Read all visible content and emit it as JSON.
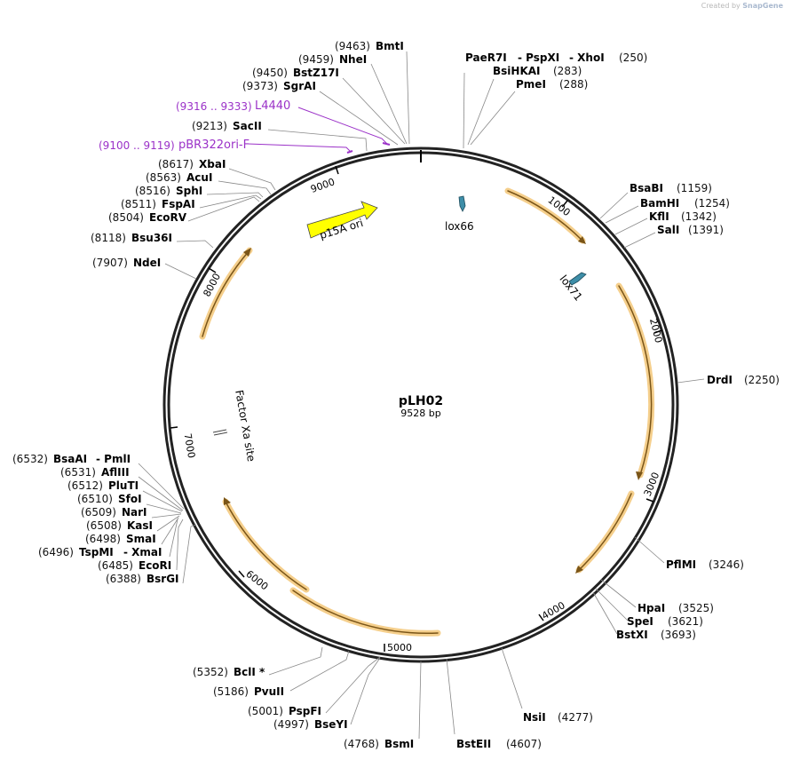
{
  "watermark": {
    "prefix": "Created by",
    "brand": "SnapGene"
  },
  "plasmid": {
    "name": "pLH02",
    "length": "9528 bp"
  },
  "ruler": [
    "1000",
    "2000",
    "3000",
    "4000",
    "5000",
    "6000",
    "7000",
    "8000",
    "9000"
  ],
  "features": {
    "p15a": "p15A ori",
    "lox66": "lox66",
    "lox71": "lox71",
    "factor_xa": "Factor Xa site"
  },
  "primers": [
    {
      "pos": "(9316 .. 9333)",
      "name": "L4440"
    },
    {
      "pos": "(9100 .. 9119)",
      "name": "pBR322ori-F"
    }
  ],
  "sites_left": [
    {
      "pos": "(9463)",
      "name": "BmtI"
    },
    {
      "pos": "(9459)",
      "name": "NheI"
    },
    {
      "pos": "(9450)",
      "name": "BstZ17I"
    },
    {
      "pos": "(9373)",
      "name": "SgrAI"
    },
    {
      "pos": "(9213)",
      "name": "SacII"
    },
    {
      "pos": "(8617)",
      "name": "XbaI"
    },
    {
      "pos": "(8563)",
      "name": "AcuI"
    },
    {
      "pos": "(8516)",
      "name": "SphI"
    },
    {
      "pos": "(8511)",
      "name": "FspAI"
    },
    {
      "pos": "(8504)",
      "name": "EcoRV"
    },
    {
      "pos": "(8118)",
      "name": "Bsu36I"
    },
    {
      "pos": "(7907)",
      "name": "NdeI"
    },
    {
      "pos": "(6532)",
      "name": "BsaAI",
      "name2": "- PmlI"
    },
    {
      "pos": "(6531)",
      "name": "AflIII"
    },
    {
      "pos": "(6512)",
      "name": "PluTI"
    },
    {
      "pos": "(6510)",
      "name": "SfoI"
    },
    {
      "pos": "(6509)",
      "name": "NarI"
    },
    {
      "pos": "(6508)",
      "name": "KasI"
    },
    {
      "pos": "(6498)",
      "name": "SmaI"
    },
    {
      "pos": "(6496)",
      "name": "TspMI",
      "name2": "- XmaI"
    },
    {
      "pos": "(6485)",
      "name": "EcoRI"
    },
    {
      "pos": "(6388)",
      "name": "BsrGI"
    },
    {
      "pos": "(5352)",
      "name": "BclI *"
    },
    {
      "pos": "(5186)",
      "name": "PvuII"
    },
    {
      "pos": "(5001)",
      "name": "PspFI"
    },
    {
      "pos": "(4997)",
      "name": "BseYI"
    },
    {
      "pos": "(4768)",
      "name": "BsmI"
    }
  ],
  "sites_right": [
    {
      "name": "PaeR7I",
      "name2": "- PspXI",
      "name3": "- XhoI",
      "pos": "(250)"
    },
    {
      "name": "BsiHKAI",
      "pos": "(283)"
    },
    {
      "name": "PmeI",
      "pos": "(288)"
    },
    {
      "name": "BsaBI",
      "pos": "(1159)"
    },
    {
      "name": "BamHI",
      "pos": "(1254)"
    },
    {
      "name": "KflI",
      "pos": "(1342)"
    },
    {
      "name": "SalI",
      "pos": "(1391)"
    },
    {
      "name": "DrdI",
      "pos": "(2250)"
    },
    {
      "name": "PflMI",
      "pos": "(3246)"
    },
    {
      "name": "HpaI",
      "pos": "(3525)"
    },
    {
      "name": "SpeI",
      "pos": "(3621)"
    },
    {
      "name": "BstXI",
      "pos": "(3693)"
    },
    {
      "name": "NsiI",
      "pos": "(4277)"
    },
    {
      "name": "BstEII",
      "pos": "(4607)"
    }
  ]
}
